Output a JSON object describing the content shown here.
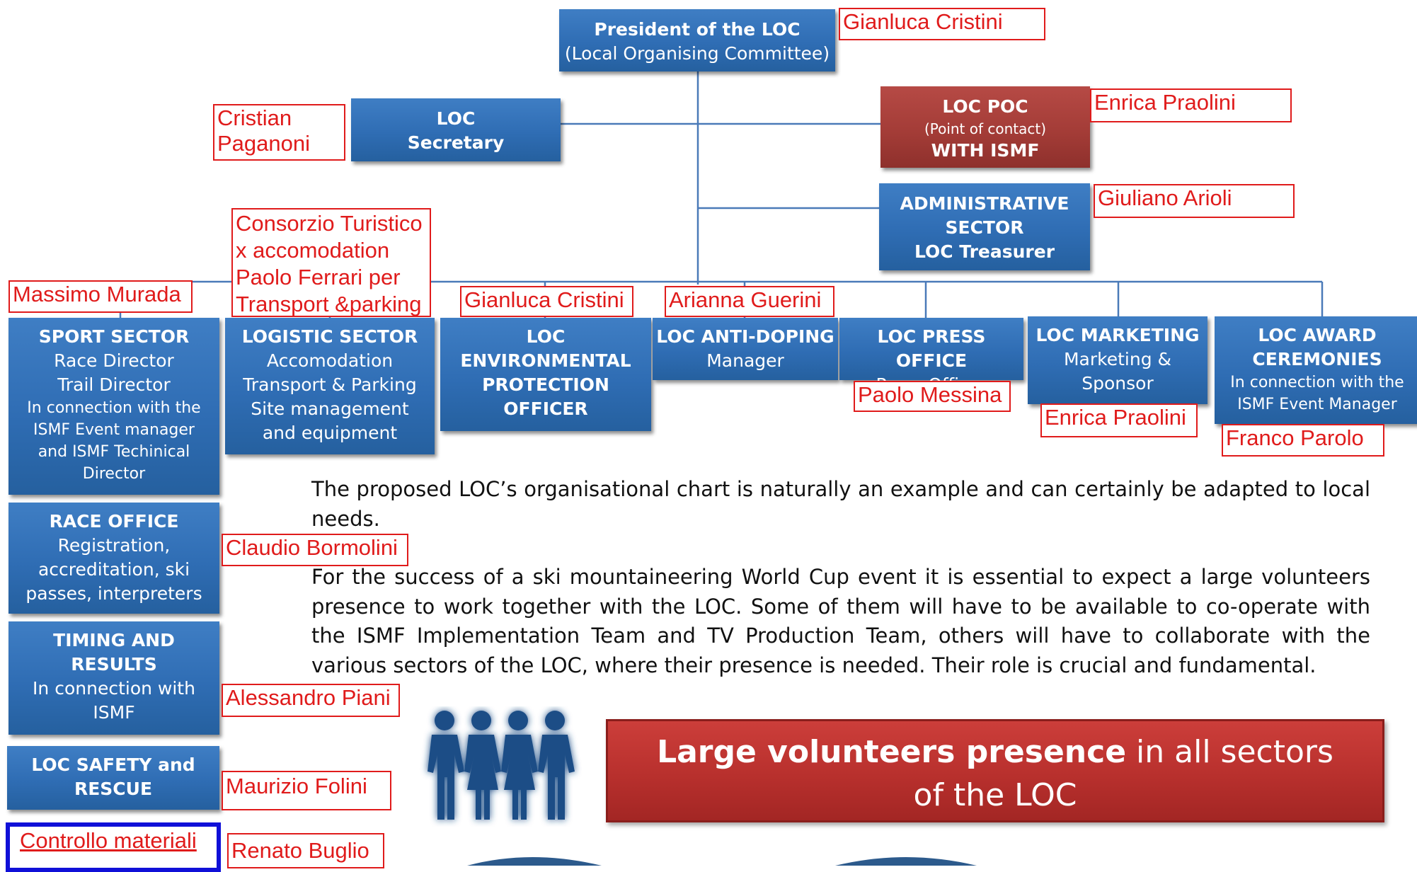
{
  "president": {
    "title": "President of the LOC",
    "sub": "(Local Organising Committee)"
  },
  "secretary": {
    "line1": "LOC",
    "line2": "Secretary"
  },
  "poc": {
    "line1": "LOC POC",
    "line2": "(Point of contact)",
    "line3": "WITH ISMF"
  },
  "admin": {
    "line1": "ADMINISTRATIVE",
    "line2": "SECTOR",
    "line3": "LOC Treasurer"
  },
  "sport": {
    "title": "SPORT SECTOR",
    "lines": [
      "Race Director",
      "Trail Director",
      "In connection with the",
      "ISMF Event manager",
      "and ISMF Techinical",
      "Director"
    ]
  },
  "logistic": {
    "title": "LOGISTIC SECTOR",
    "lines": [
      "Accomodation",
      "Transport & Parking",
      "Site management",
      "and equipment"
    ]
  },
  "env": {
    "lines": [
      "LOC",
      "ENVIRONMENTAL",
      "PROTECTION",
      "OFFICER"
    ]
  },
  "antidoping": {
    "title": "LOC ANTI-DOPING",
    "sub": "Manager"
  },
  "press": {
    "title": "LOC PRESS OFFICE",
    "sub": "Press Officer"
  },
  "marketing": {
    "title": "LOC MARKETING",
    "lines": [
      "Marketing &",
      "Sponsor"
    ]
  },
  "award": {
    "title1": "LOC AWARD",
    "title2": "CEREMONIES",
    "lines": [
      "In connection with the",
      "ISMF Event Manager"
    ]
  },
  "race_office": {
    "title": "RACE OFFICE",
    "lines": [
      "Registration,",
      "accreditation, ski",
      "passes, interpreters"
    ]
  },
  "timing": {
    "title1": "TIMING AND",
    "title2": "RESULTS",
    "lines": [
      "In connection with",
      "ISMF"
    ]
  },
  "safety": {
    "title1": "LOC  SAFETY and",
    "title2": "RESCUE"
  },
  "names": {
    "president": "Gianluca Cristini",
    "secretary_1": "Cristian",
    "secretary_2": "Paganoni",
    "poc": "Enrica Praolini",
    "admin": "Giuliano Arioli",
    "logistic_1": "Consorzio Turistico",
    "logistic_2": "x accomodation",
    "logistic_3": "Paolo Ferrari per",
    "logistic_4": "Transport &parking",
    "sport": "Massimo Murada",
    "env": "Gianluca Cristini",
    "antidoping": "Arianna Guerini",
    "press": "Paolo Messina",
    "marketing": "Enrica Praolini",
    "award": "Franco Parolo",
    "race_office": "Claudio Bormolini",
    "timing": "Alessandro Piani",
    "safety": "Maurizio Folini",
    "materials": "Renato Buglio"
  },
  "materials_label": "Controllo materiali",
  "paragraph1": "The proposed LOC’s organisational chart is naturally an example and can certainly be adapted to local needs.",
  "paragraph2": "For the success of a ski mountaineering World Cup event it is essential to expect a large volunteers presence to work together with the LOC. Some of them will have to be available to co-operate with the ISMF Implementation Team and TV Production Team, others will have to collaborate with the various sectors of the LOC, where their presence is needed. Their role is crucial and fundamental.",
  "banner": {
    "bold": "Large volunteers presence",
    "rest": " in all sectors",
    "line2": "of the LOC"
  },
  "icon_name": "people-group-icon",
  "colors": {
    "box_blue": "#2f6db4",
    "poc_red": "#a23b36",
    "label_red": "#e01b1b",
    "banner_red": "#b8302d",
    "materials_border": "#1010d8"
  }
}
